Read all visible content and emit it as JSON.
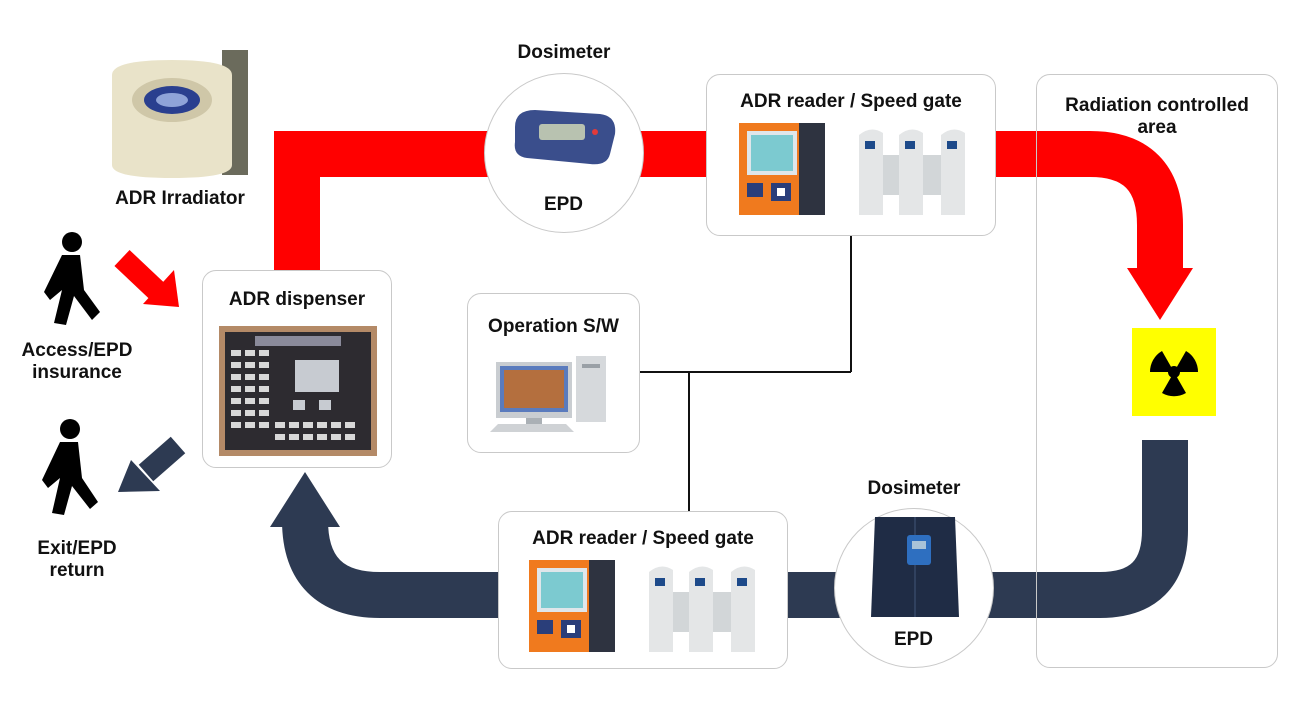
{
  "labels": {
    "adr_irradiator": "ADR Irradiator",
    "access_line1": "Access/EPD",
    "access_line2": "insurance",
    "exit_line1": "Exit/EPD",
    "exit_line2": "return",
    "adr_dispenser": "ADR dispenser",
    "dosimeter_top": "Dosimeter",
    "epd_top": "EPD",
    "adr_reader_top": "ADR reader / Speed gate",
    "radiation_line1": "Radiation controlled",
    "radiation_line2": "area",
    "operation_sw": "Operation S/W",
    "adr_reader_bottom": "ADR reader / Speed gate",
    "dosimeter_bottom": "Dosimeter",
    "epd_bottom": "EPD"
  },
  "colors": {
    "entry_flow": "#ff0000",
    "return_flow": "#2d3a52",
    "connector": "#111111",
    "radiation_sign_bg": "#ffff00"
  }
}
